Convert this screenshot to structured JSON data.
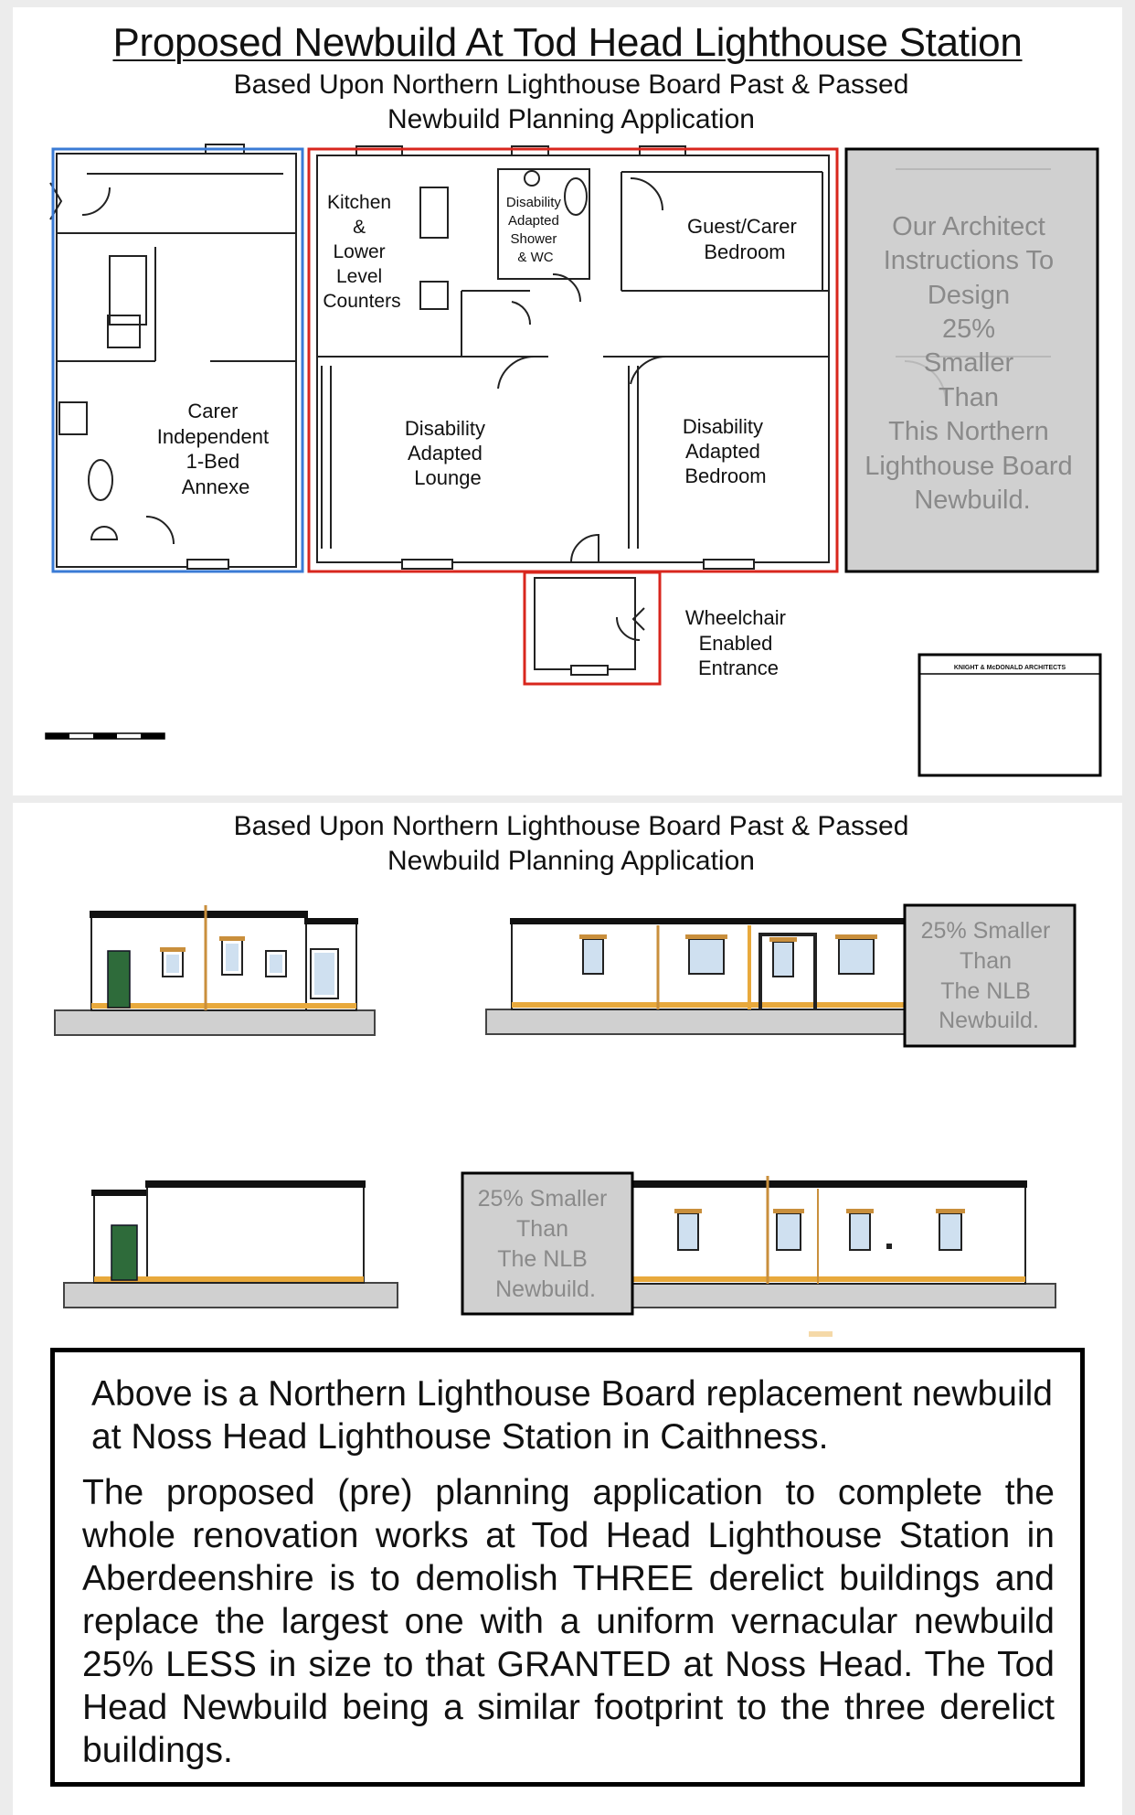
{
  "title": "Proposed Newbuild At Tod Head Lighthouse Station",
  "plan": {
    "subtitle_line1": "Based Upon Northern Lighthouse Board Past & Passed",
    "subtitle_line2": "Newbuild Planning Application",
    "rooms": {
      "kitchen": [
        "Kitchen",
        "&",
        "Lower",
        "Level",
        "Counters"
      ],
      "shower": [
        "Disability",
        "Adapted",
        "Shower",
        "& WC"
      ],
      "guest": [
        "Guest/Carer",
        "Bedroom"
      ],
      "annexe": [
        "Carer",
        "Independent",
        "1-Bed",
        "Annexe"
      ],
      "lounge": [
        "Disability",
        "Adapted",
        "Lounge"
      ],
      "bedroom": [
        "Disability",
        "Adapted",
        "Bedroom"
      ],
      "entrance": [
        "Wheelchair",
        "Enabled",
        "Entrance"
      ]
    },
    "architect_note": [
      "Our Architect",
      "Instructions To",
      "Design",
      "25%",
      "Smaller",
      "Than",
      "This Northern",
      "Lighthouse Board",
      "Newbuild."
    ],
    "title_block": "KNIGHT & McDONALD ARCHITECTS",
    "colors": {
      "annexe_outline": "#3a7bd5",
      "main_outline": "#d8261d",
      "shade": "#d0d0d0"
    }
  },
  "elevations": {
    "subtitle_line1": "Based Upon Northern Lighthouse Board Past & Passed",
    "subtitle_line2": "Newbuild Planning Application",
    "callout_a": [
      "25% Smaller",
      "Than",
      "The NLB",
      "Newbuild."
    ],
    "callout_b": [
      "25% Smaller",
      "Than",
      "The NLB",
      "Newbuild."
    ]
  },
  "note": {
    "para1": "Above is a Northern Lighthouse Board replacement newbuild at Noss Head Lighthouse Station in Caithness.",
    "para2": "The proposed (pre) planning application to complete the whole renovation works at Tod Head Lighthouse Station in Aberdeenshire is to demolish THREE derelict buildings and replace the largest one with a uniform vernacular newbuild 25% LESS in size to that GRANTED at Noss Head. The Tod Head Newbuild being a similar footprint to the three derelict buildings."
  }
}
